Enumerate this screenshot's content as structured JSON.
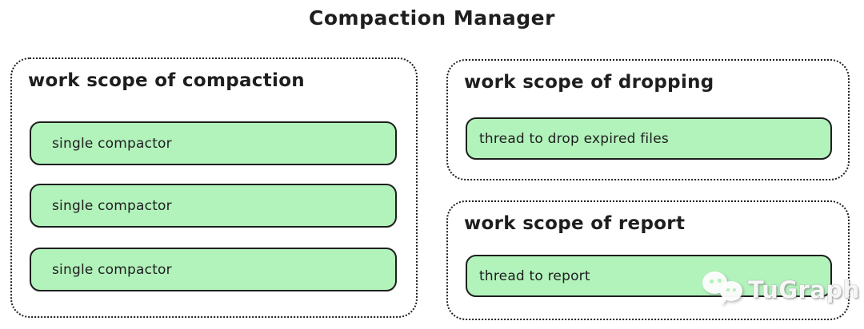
{
  "title": "Compaction Manager",
  "colors": {
    "background": "#ffffff",
    "stroke": "#1e1e1e",
    "node_fill": "#b2f2bb"
  },
  "panels": {
    "compaction": {
      "label": "work scope of compaction",
      "items": [
        "single compactor",
        "single compactor",
        "single compactor"
      ]
    },
    "dropping": {
      "label": "work scope of dropping",
      "items": [
        "thread to drop expired files"
      ]
    },
    "report": {
      "label": "work scope of report",
      "items": [
        "thread to report"
      ]
    }
  },
  "watermark": {
    "icon": "wechat-icon",
    "text": "TuGraph"
  }
}
